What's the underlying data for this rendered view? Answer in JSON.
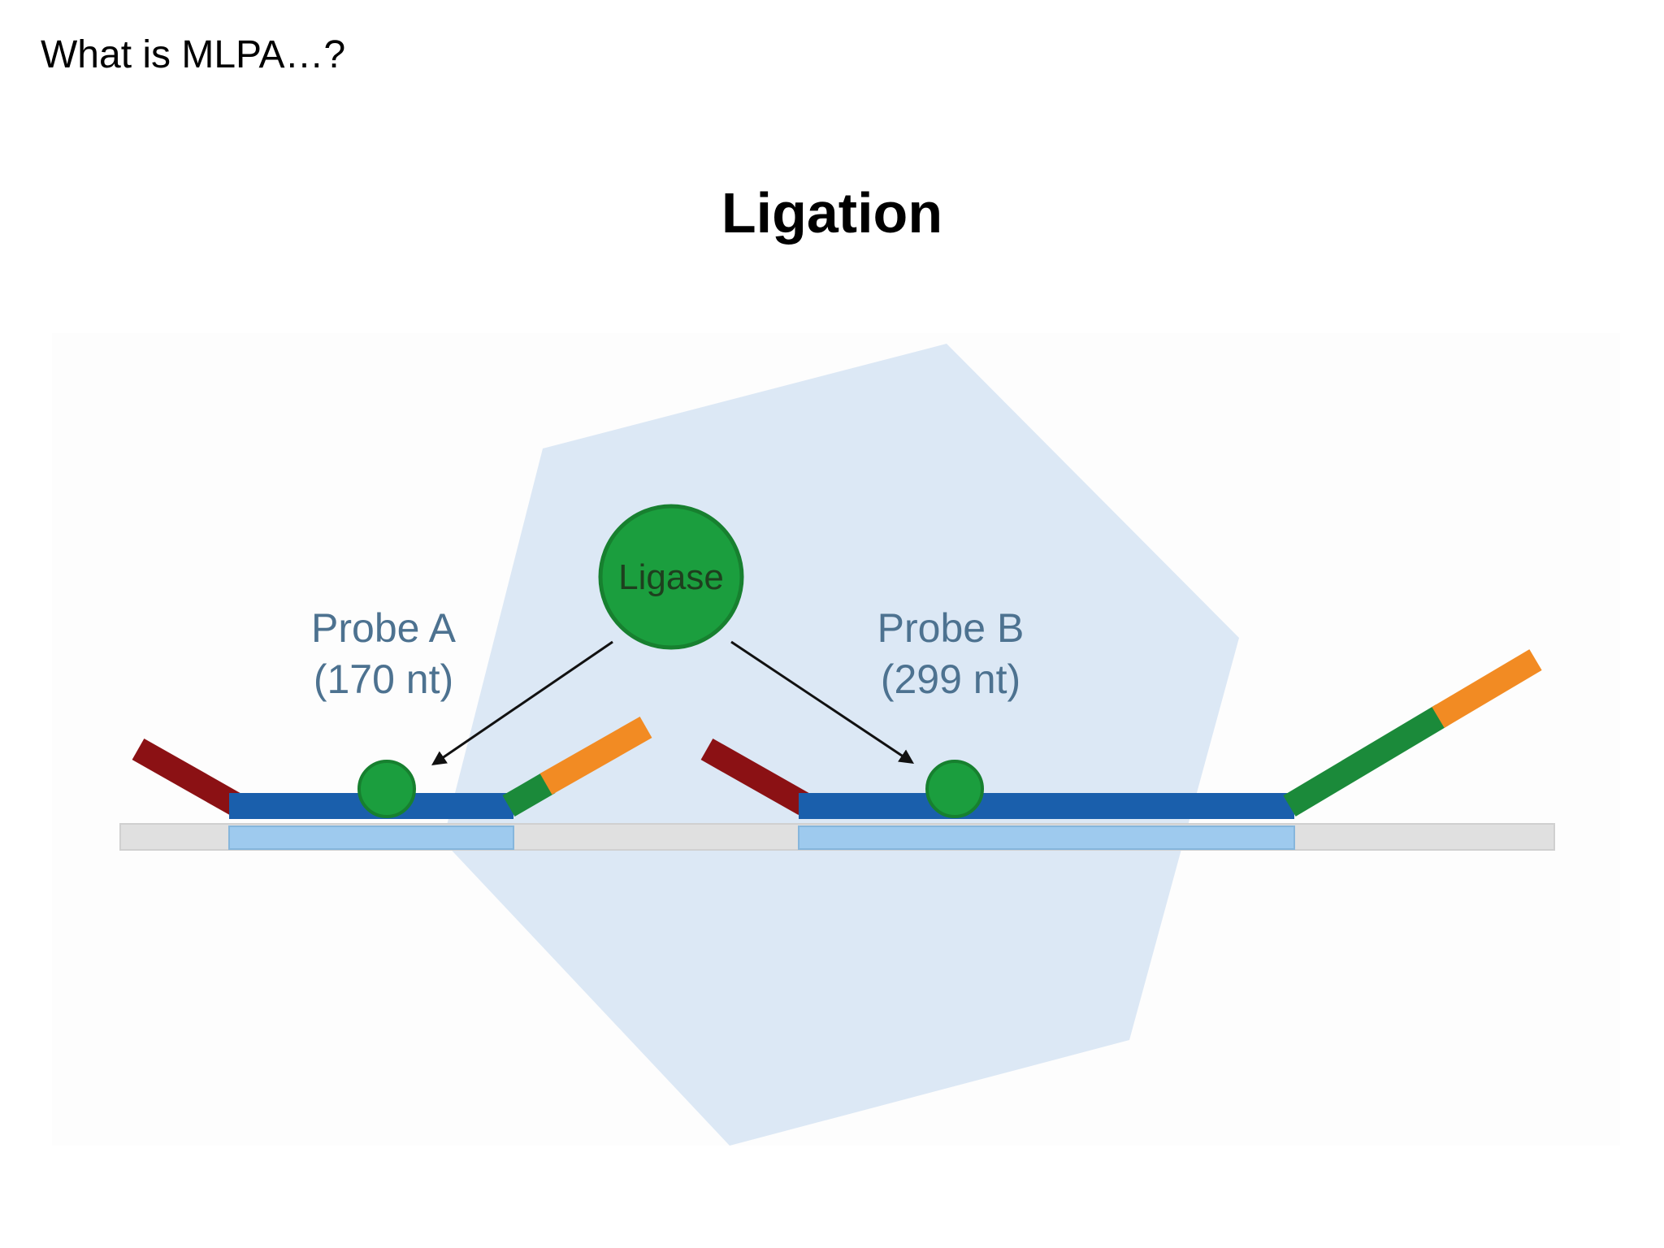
{
  "slide": {
    "header": "What is MLPA…?",
    "title": "Ligation"
  },
  "diagram": {
    "enzyme_label": "Ligase",
    "probe_a": {
      "name": "Probe A",
      "length": "(170 nt)"
    },
    "probe_b": {
      "name": "Probe B",
      "length": "(299 nt)"
    }
  },
  "colors": {
    "background_shape": "#dce8f5",
    "template_strand": "#e0e0e0",
    "hybridized_region": "#9ecaee",
    "probe_body": "#1a5fac",
    "ligase": "#1b9e3e",
    "primer_tail_red": "#8b1114",
    "primer_tail_green": "#1b8a3a",
    "primer_tail_orange": "#f28b23",
    "arrow": "#111111"
  }
}
